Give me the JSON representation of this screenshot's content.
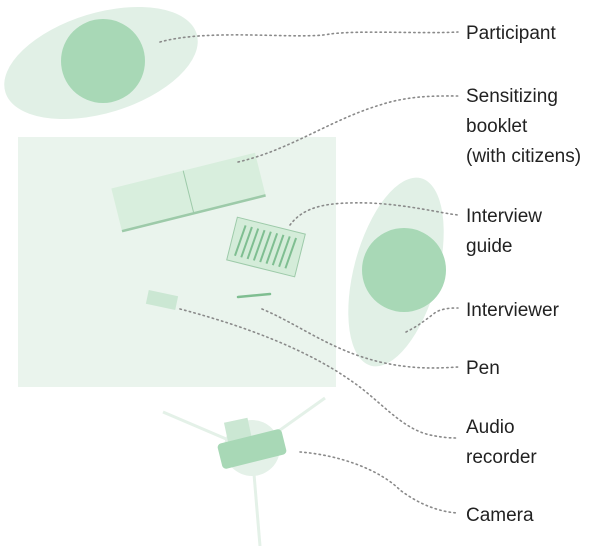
{
  "colors": {
    "table": "#eaf4ed",
    "ellipse": "#e1f0e6",
    "head": "#a8d8b6",
    "booklet": "#d8eedd",
    "booklet_edge": "#9dcaa9",
    "guide": "#d4ecd9",
    "guide_line": "#7fbe91",
    "pen": "#7fbe91",
    "recorder": "#cbe7d3",
    "camera": "#a8d8b6",
    "tripod": "#e4f1e8",
    "leader": "#8a8a8a"
  },
  "labels": {
    "participant": "Participant",
    "sensitizing_booklet": [
      "Sensitizing",
      "booklet",
      "(with citizens)"
    ],
    "interview_guide": [
      "Interview",
      "guide"
    ],
    "interviewer": "Interviewer",
    "pen": "Pen",
    "audio_recorder": [
      "Audio",
      "recorder"
    ],
    "camera": "Camera"
  }
}
